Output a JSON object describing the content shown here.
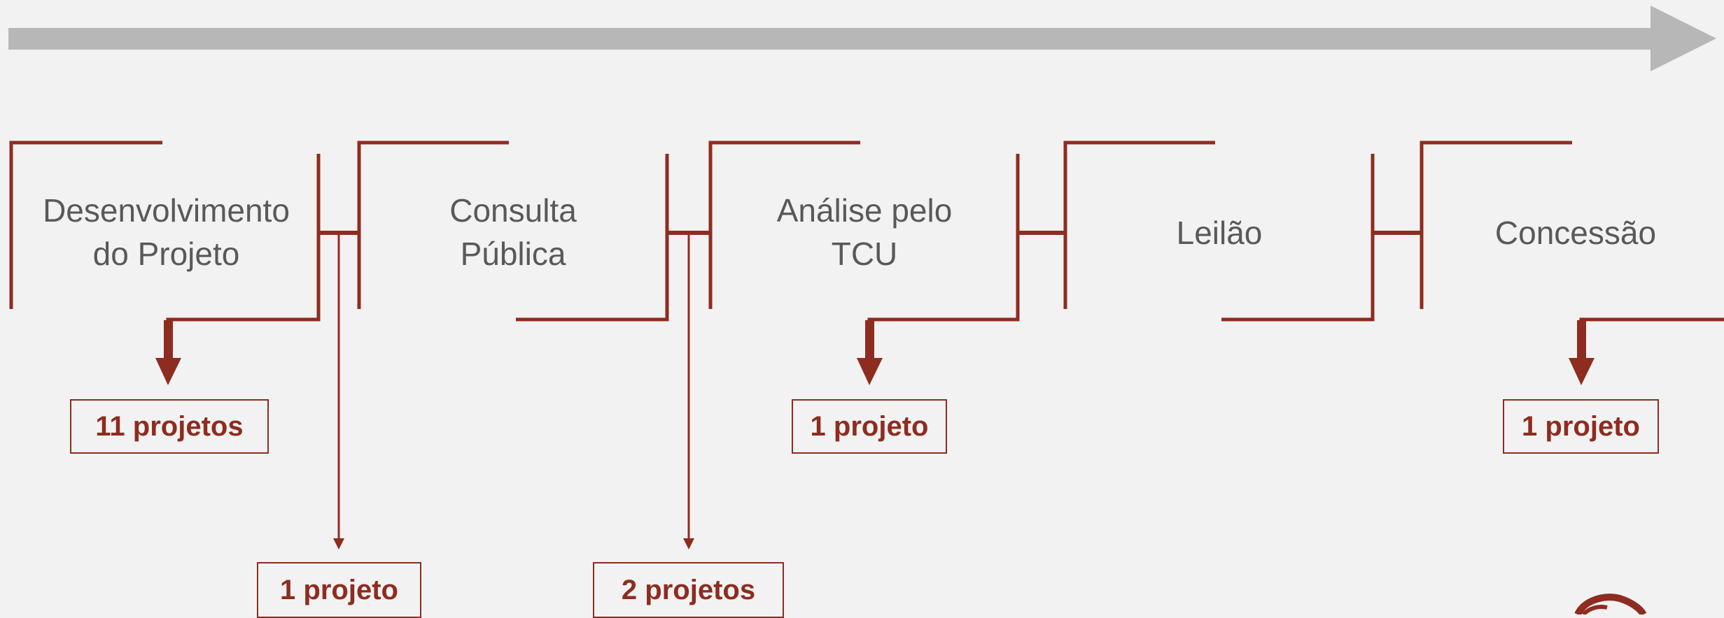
{
  "colors": {
    "background": "#f2f2f2",
    "timeline_arrow": "#b7b7b7",
    "accent": "#8e2c20",
    "label_text": "#595959"
  },
  "stages": [
    {
      "id": "desenvolvimento",
      "label": "Desenvolvimento\ndo Projeto"
    },
    {
      "id": "consulta",
      "label": "Consulta\nPública"
    },
    {
      "id": "analise",
      "label": "Análise pelo\nTCU"
    },
    {
      "id": "leilao",
      "label": "Leilão"
    },
    {
      "id": "concessao",
      "label": "Concessão"
    }
  ],
  "counts": [
    {
      "id": "desenvolvimento",
      "text": "11 projetos"
    },
    {
      "id": "transicao-desenvolvimento-consulta",
      "text": "1 projeto"
    },
    {
      "id": "transicao-consulta-analise",
      "text": "2 projetos"
    },
    {
      "id": "analise",
      "text": "1 projeto"
    },
    {
      "id": "concessao",
      "text": "1 projeto"
    }
  ]
}
